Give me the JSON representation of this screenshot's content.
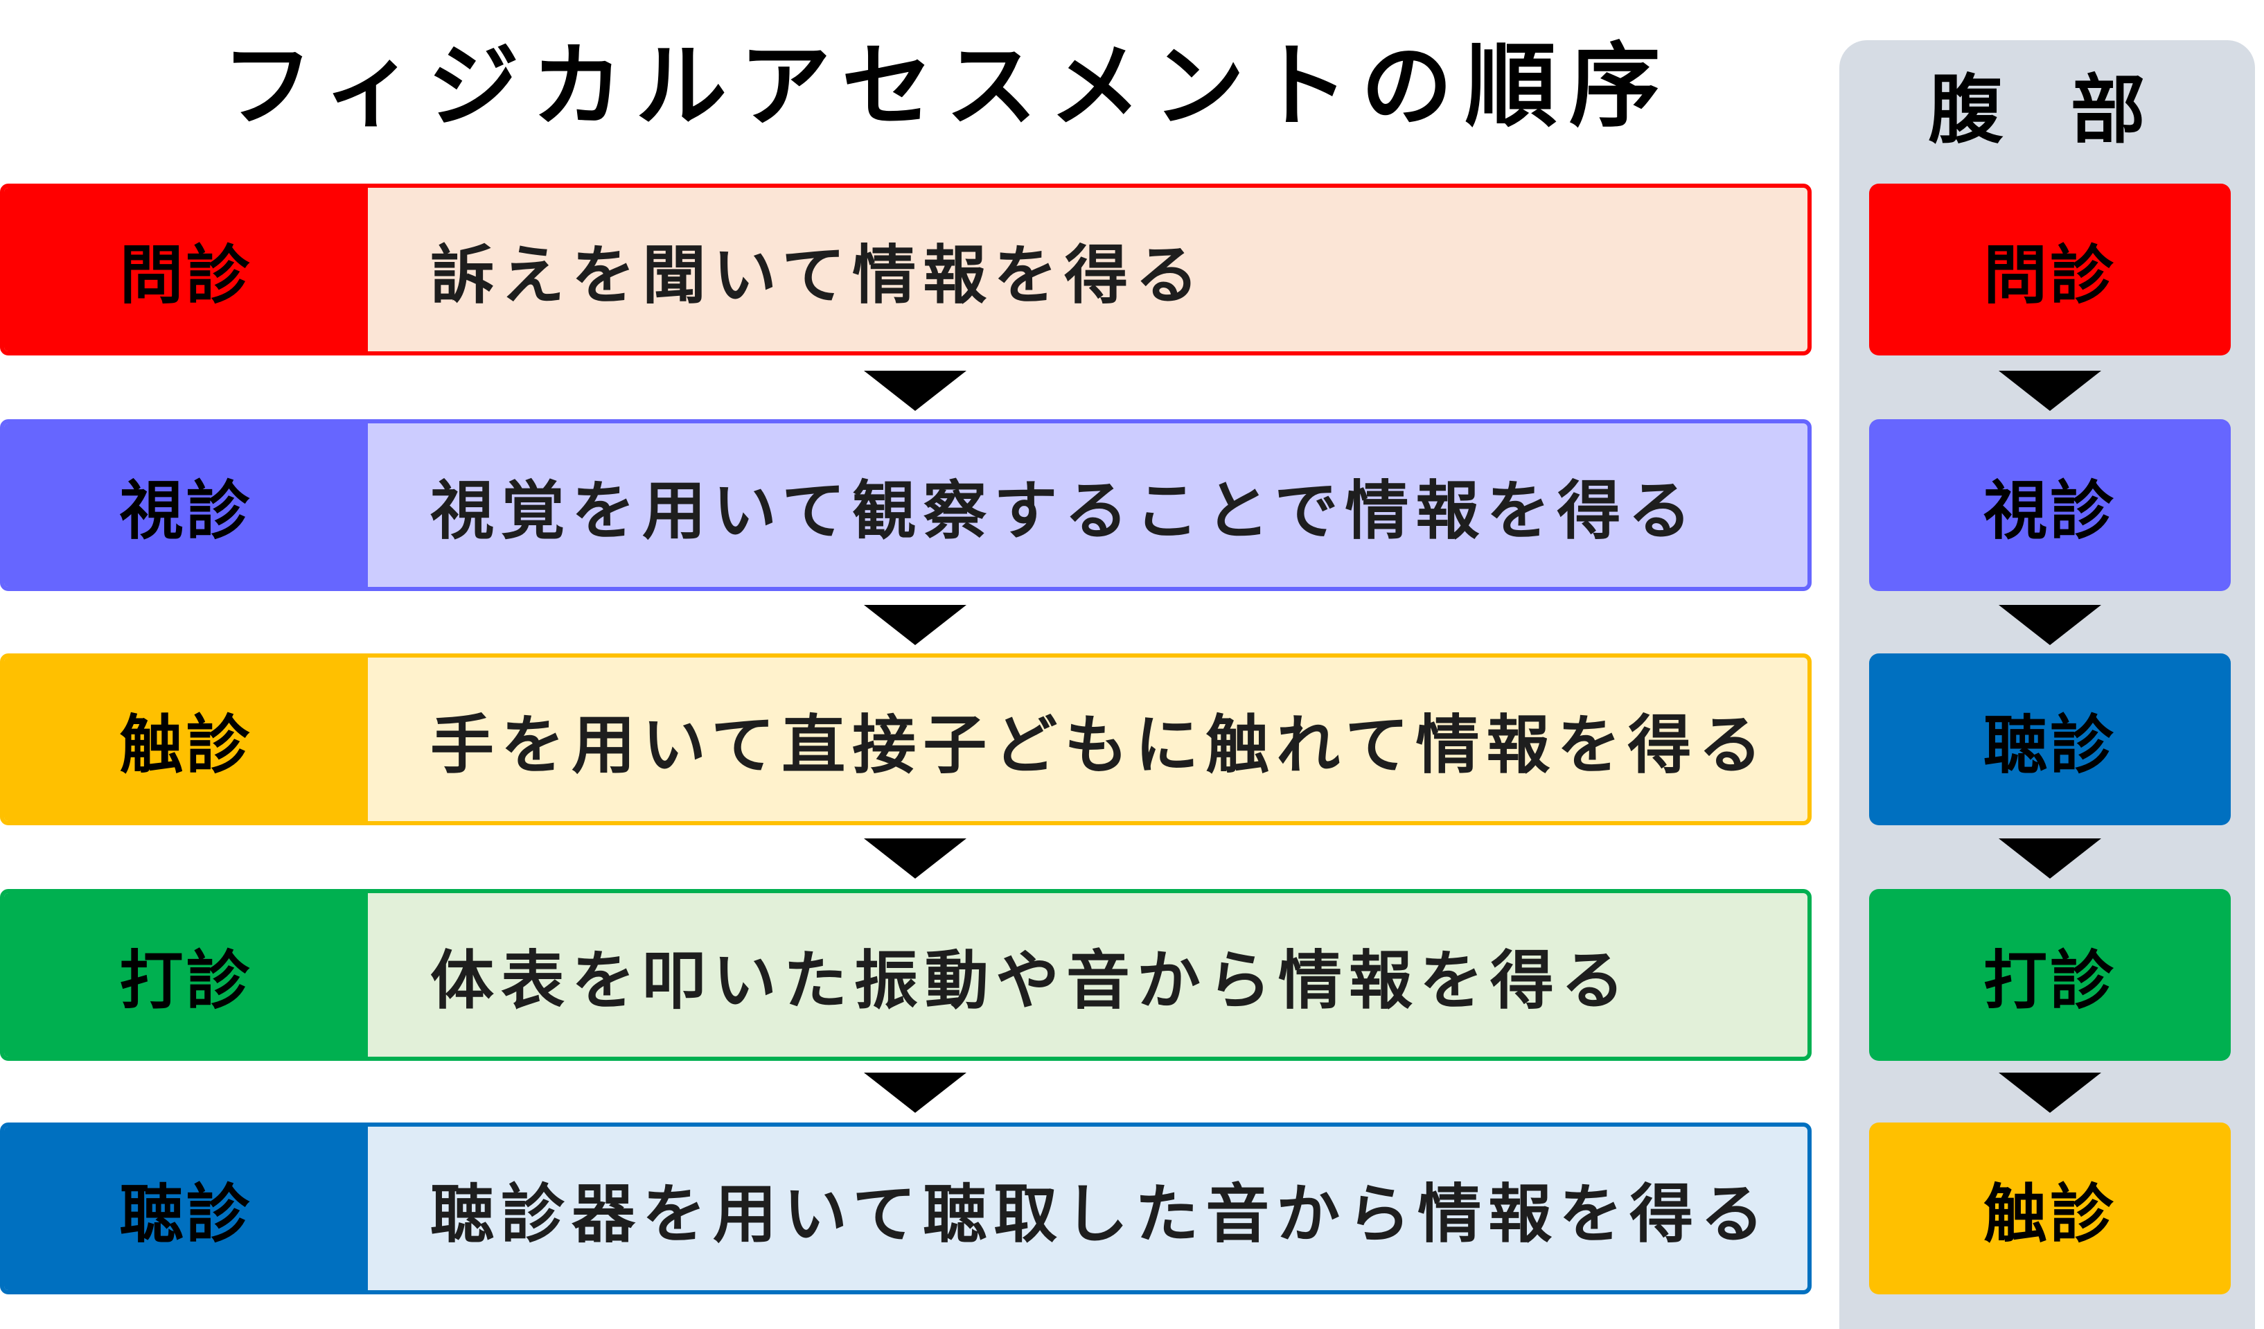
{
  "title": "フィジカルアセスメントの順序",
  "steps": [
    {
      "label": "問診",
      "description": "訴えを聞いて情報を得る",
      "color": "#ff0000",
      "fill": "#fbe5d6",
      "label_text_color": "#000000"
    },
    {
      "label": "視診",
      "description": "視覚を用いて観察することで情報を得る",
      "color": "#6666ff",
      "fill": "#ccccff",
      "label_text_color": "#000000"
    },
    {
      "label": "触診",
      "description": "手を用いて直接子どもに触れて情報を得る",
      "color": "#ffc000",
      "fill": "#fff2cc",
      "label_text_color": "#000000"
    },
    {
      "label": "打診",
      "description": "体表を叩いた振動や音から情報を得る",
      "color": "#00b050",
      "fill": "#e2f0d9",
      "label_text_color": "#000000"
    },
    {
      "label": "聴診",
      "description": "聴診器を用いて聴取した音から情報を得る",
      "color": "#0070c0",
      "fill": "#deebf7",
      "label_text_color": "#000000"
    }
  ],
  "abdomen": {
    "title": "腹 部",
    "panel_color": "#d6dce4",
    "steps": [
      {
        "label": "問診",
        "color": "#ff0000"
      },
      {
        "label": "視診",
        "color": "#6666ff"
      },
      {
        "label": "聴診",
        "color": "#0070c0"
      },
      {
        "label": "打診",
        "color": "#00b050"
      },
      {
        "label": "触診",
        "color": "#ffc000"
      }
    ]
  }
}
